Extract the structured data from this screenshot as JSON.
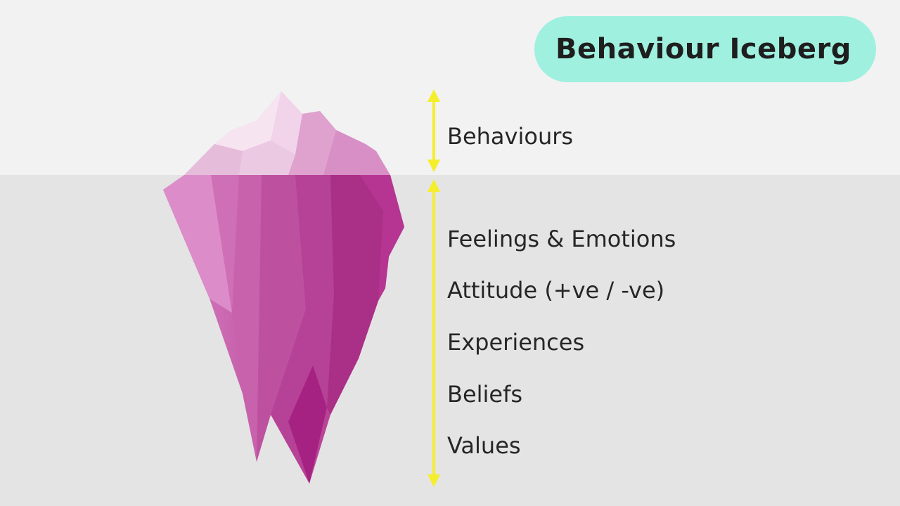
{
  "title": "Behaviour Iceberg",
  "above_label": "Behaviours",
  "below_labels": [
    "Feelings & Emotions",
    "Attitude (+ve / -ve)",
    "Experiences",
    "Beliefs",
    "Values"
  ],
  "colors": {
    "title_pill": "#9ff0df",
    "arrow": "#f5ee2c",
    "iceberg_main": "#c0449c",
    "iceberg_light": "#e8b8dc",
    "sky": "#f2f2f2",
    "water": "#e4e4e4"
  },
  "icons": {
    "iceberg": "iceberg-illustration",
    "arrows": "double-headed-arrow-icon"
  }
}
